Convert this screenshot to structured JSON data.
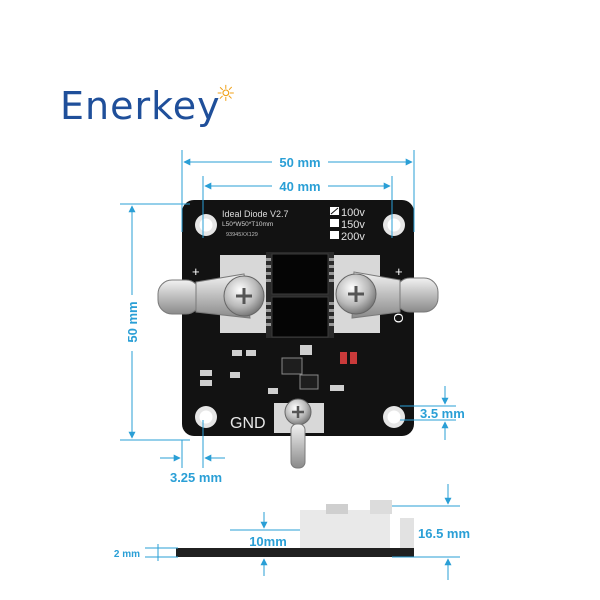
{
  "brand": {
    "name": "Enerkey"
  },
  "dimensions": {
    "width_outer": "50 mm",
    "width_holes": "40 mm",
    "height": "50 mm",
    "hole_margin_x": "3.25 mm",
    "hole_margin_y": "3.5 mm",
    "side_thickness": "2 mm",
    "component_height": "10mm",
    "total_height": "16.5 mm"
  },
  "board": {
    "title": "Ideal Diode V2.7",
    "size": "L50*W50*T10mm",
    "serial": "93945XX129",
    "voltage_options": [
      "100v",
      "150v",
      "200v"
    ],
    "plus_label": "+",
    "gnd_label": "GND",
    "output_label": "O"
  },
  "colors": {
    "dimension_blue": "#2a9fd6",
    "pcb": "#121212",
    "brand_blue": "#1f4f9a",
    "brand_orange": "#f0a21a"
  }
}
